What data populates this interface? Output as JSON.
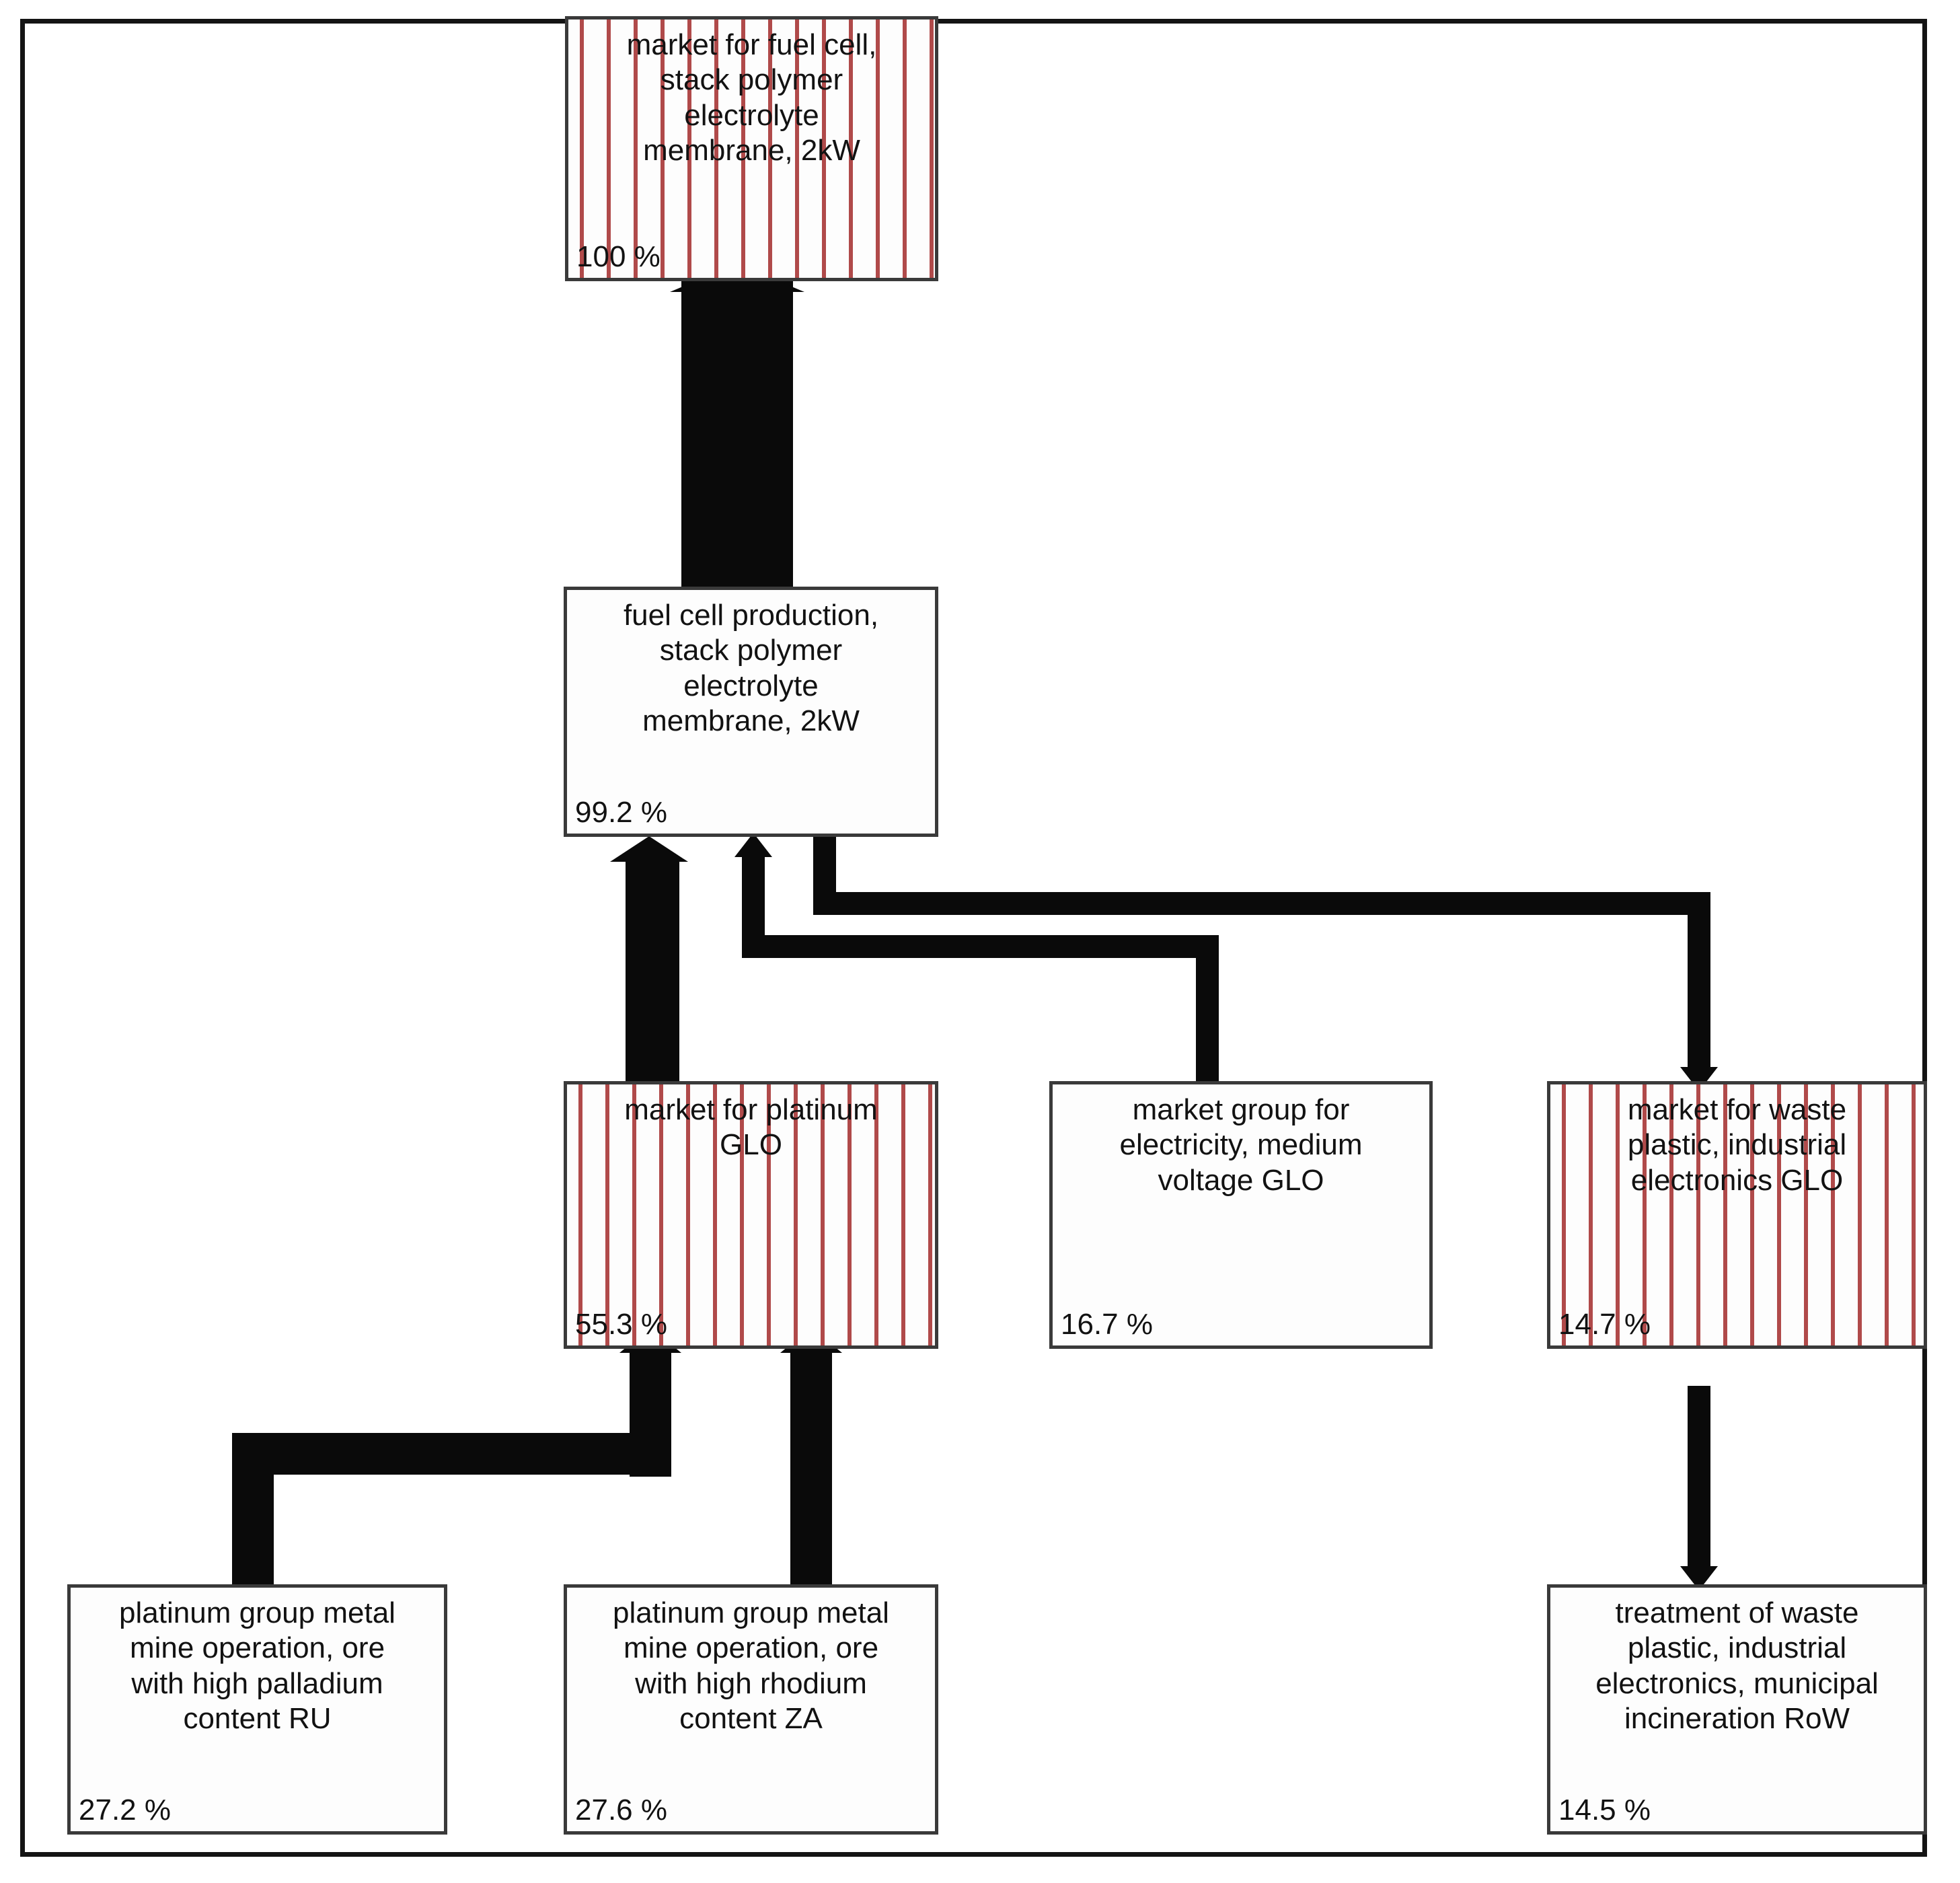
{
  "diagram": {
    "type": "sankey-process-tree",
    "unit": "%",
    "frame_border_color": "#141414",
    "node_border_color": "#3a3a3a",
    "hatch_color": "#b04a4a",
    "connector_color": "#0a0a0a"
  },
  "nodes": {
    "market_fuel_cell": {
      "label": "market for fuel cell,\nstack polymer\nelectrolyte\nmembrane, 2kW",
      "percent": "100 %",
      "hatched": true
    },
    "fuel_cell_production": {
      "label": "fuel cell production,\nstack polymer\nelectrolyte\nmembrane, 2kW",
      "percent": "99.2 %",
      "hatched": false
    },
    "market_platinum": {
      "label": "market for platinum\nGLO",
      "percent": "55.3 %",
      "hatched": true
    },
    "market_electricity": {
      "label": "market group for\nelectricity, medium\nvoltage GLO",
      "percent": "16.7 %",
      "hatched": false
    },
    "market_waste_plastic": {
      "label": "market for waste\nplastic, industrial\nelectronics GLO",
      "percent": "14.7 %",
      "hatched": true
    },
    "pgm_palladium": {
      "label": "platinum group metal\nmine operation, ore\nwith high palladium\ncontent RU",
      "percent": "27.2 %",
      "hatched": false
    },
    "pgm_rhodium": {
      "label": "platinum group metal\nmine operation, ore\nwith high rhodium\ncontent ZA",
      "percent": "27.6 %",
      "hatched": false
    },
    "treatment_waste_plastic": {
      "label": "treatment of waste\nplastic, industrial\nelectronics, municipal\nincineration RoW",
      "percent": "14.5 %",
      "hatched": false
    }
  },
  "chart_data": {
    "type": "sankey",
    "title": "",
    "unit": "percent of total impact",
    "categories": [
      "market for fuel cell, stack polymer electrolyte membrane, 2kW",
      "fuel cell production, stack polymer electrolyte membrane, 2kW",
      "market for platinum GLO",
      "market group for electricity, medium voltage GLO",
      "market for waste plastic, industrial electronics GLO",
      "platinum group metal mine operation, ore with high palladium content RU",
      "platinum group metal mine operation, ore with high rhodium content ZA",
      "treatment of waste plastic, industrial electronics, municipal incineration RoW"
    ],
    "values": [
      100,
      99.2,
      55.3,
      16.7,
      14.7,
      27.2,
      27.6,
      14.5
    ],
    "links": [
      {
        "from": "fuel cell production, stack polymer electrolyte membrane, 2kW",
        "to": "market for fuel cell, stack polymer electrolyte membrane, 2kW",
        "value": 99.2
      },
      {
        "from": "market for platinum GLO",
        "to": "fuel cell production, stack polymer electrolyte membrane, 2kW",
        "value": 55.3
      },
      {
        "from": "market group for electricity, medium voltage GLO",
        "to": "fuel cell production, stack polymer electrolyte membrane, 2kW",
        "value": 16.7
      },
      {
        "from": "fuel cell production, stack polymer electrolyte membrane, 2kW",
        "to": "market for waste plastic, industrial electronics GLO",
        "value": 14.7
      },
      {
        "from": "platinum group metal mine operation, ore with high palladium content RU",
        "to": "market for platinum GLO",
        "value": 27.2
      },
      {
        "from": "platinum group metal mine operation, ore with high rhodium content ZA",
        "to": "market for platinum GLO",
        "value": 27.6
      },
      {
        "from": "market for waste plastic, industrial electronics GLO",
        "to": "treatment of waste plastic, industrial electronics, municipal incineration RoW",
        "value": 14.5
      }
    ]
  }
}
